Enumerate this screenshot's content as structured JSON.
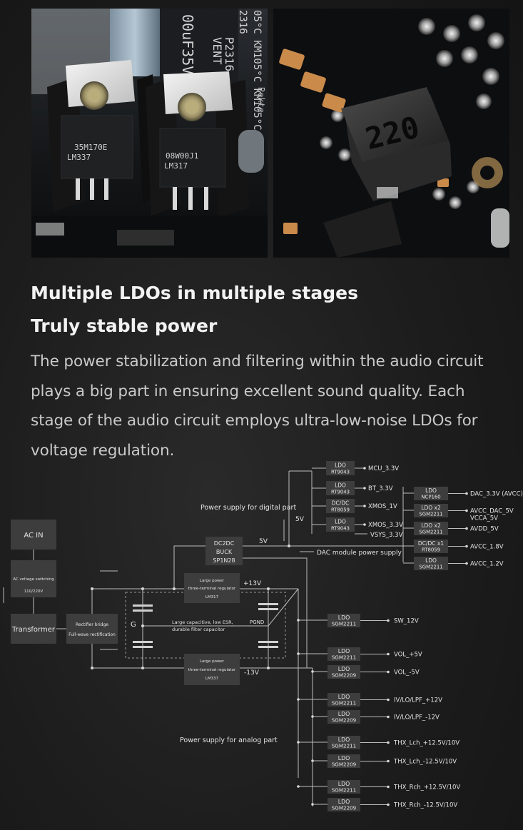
{
  "photos": {
    "left": {
      "regulator_1_marking": [
        "35M170E",
        "LM337"
      ],
      "regulator_2_marking": [
        "08W00J1",
        "LM317"
      ],
      "board_print": [
        "05°C KM105°C KM105°C",
        "2316",
        "P2316",
        "VENT",
        "Rekte"
      ],
      "capacitor_print": "00uF35V"
    },
    "right": {
      "inductor_marking": "220"
    }
  },
  "headline": {
    "line1": "Multiple LDOs in multiple stages",
    "line2": "Truly stable power"
  },
  "body": {
    "lines": [
      "The power stabilization and filtering within the audio circuit",
      "plays a big part in ensuring excellent sound quality. Each",
      "stage of the audio circuit employs ultra-low-noise LDOs for",
      "voltage regulation."
    ]
  },
  "diagram": {
    "ac_in": "AC IN",
    "ac_switch": [
      "AC voltage switching",
      "110/220V"
    ],
    "transformer": "Transformer",
    "rectifier": [
      "Rectifier bridge",
      "Full-wave rectification"
    ],
    "reg_pos": [
      "Large power",
      "three-terminal regulator",
      "LM317"
    ],
    "reg_neg": [
      "Large power",
      "three-terminal regulator",
      "LM337"
    ],
    "plus13": "+13V",
    "minus13": "-13V",
    "g": "G",
    "pgnd": "PGND",
    "cap_label": [
      "Large capacitive, low ESR,",
      "durable filter capacitor"
    ],
    "dc2dc": [
      "DC2DC",
      "BUCK",
      "SP1N28"
    ],
    "v5": "5V",
    "v5b": "5V",
    "digital_label": "Power supply for digital part",
    "analog_label": "Power supply for analog part",
    "dac_module_label": "DAC module power supply",
    "digital_ldos": [
      {
        "name": "LDO",
        "part": "RT9043",
        "out": "MCU_3.3V"
      },
      {
        "name": "LDO",
        "part": "RT9043",
        "out": "BT_3.3V"
      },
      {
        "name": "DC/DC",
        "part": "RT8059",
        "out": "XMOS_1V"
      },
      {
        "name": "LDO",
        "part": "RT9043",
        "out": "XMOS_3.3V"
      }
    ],
    "vsys": "VSYS_3.3V",
    "dac_ldos": [
      {
        "name": "LDO",
        "part": "NCP160",
        "out": "DAC_3.3V (AVCC)"
      },
      {
        "name": "LDO x2",
        "part": "SGM2211",
        "out": "AVCC_DAC_5V",
        "out2": "VCCA_5V"
      },
      {
        "name": "LDO x2",
        "part": "SGM2211",
        "out": "AVDD_5V"
      },
      {
        "name": "DC/DC x1",
        "part": "RT8059",
        "out": "AVCC_1.8V"
      },
      {
        "name": "LDO",
        "part": "SGM2211",
        "out": "AVCC_1.2V"
      }
    ],
    "analog_ldos": [
      {
        "name": "LDO",
        "part": "SGM2211",
        "out": "SW_12V"
      },
      {
        "name": "LDO",
        "part": "SGM2211",
        "out": "VOL_+5V"
      },
      {
        "name": "LDO",
        "part": "SGM2209",
        "out": "VOL_-5V"
      },
      {
        "name": "LDO",
        "part": "SGM2211",
        "out": "IV/LO/LPF_+12V"
      },
      {
        "name": "LDO",
        "part": "SGM2209",
        "out": "IV/LO/LPF_-12V"
      },
      {
        "name": "LDO",
        "part": "SGM2211",
        "out": "THX_Lch_+12.5V/10V"
      },
      {
        "name": "LDO",
        "part": "SGM2209",
        "out": "THX_Lch_-12.5V/10V"
      },
      {
        "name": "LDO",
        "part": "SGM2211",
        "out": "THX_Rch_+12.5V/10V"
      },
      {
        "name": "LDO",
        "part": "SGM2209",
        "out": "THX_Rch_-12.5V/10V"
      }
    ]
  }
}
